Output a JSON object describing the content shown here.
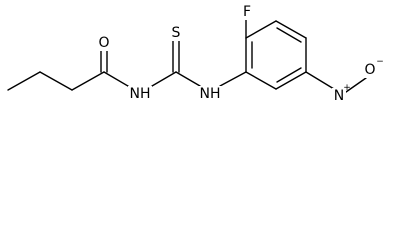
{
  "molecule": {
    "atoms": {
      "oxygen_carbonyl": "O",
      "sulfur": "S",
      "fluorine": "F",
      "nh_left": "NH",
      "nh_right": "NH",
      "nitro_nitrogen": "N",
      "nitro_nitrogen_charge": "+",
      "nitro_oxygen": "O",
      "nitro_oxygen_charge": "−"
    }
  }
}
